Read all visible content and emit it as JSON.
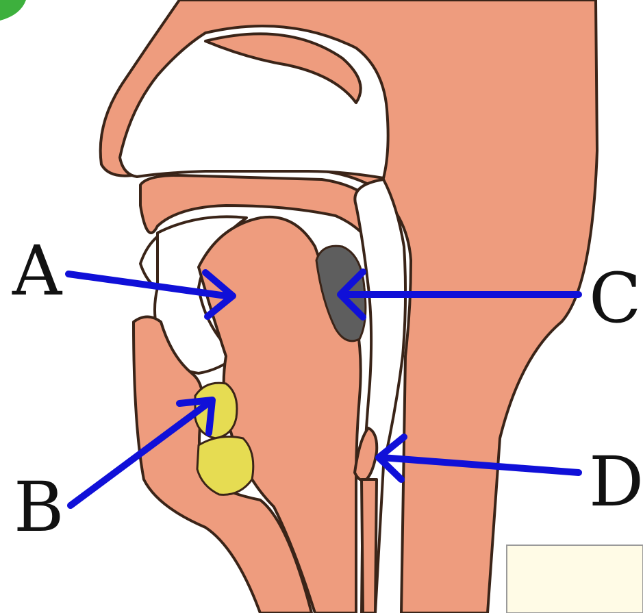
{
  "labels": {
    "a": "A",
    "b": "B",
    "c": "C",
    "d": "D"
  },
  "colors": {
    "tissue": "#EE9C7E",
    "tissue_outline": "#3A2418",
    "cavity": "#FFFFFF",
    "arrow": "#1010D8",
    "tonsil": "#E6DC52",
    "adenoid": "#5E5E5E",
    "corner_badge": "#3DB03D",
    "caption_box": "#FFFBE6"
  }
}
